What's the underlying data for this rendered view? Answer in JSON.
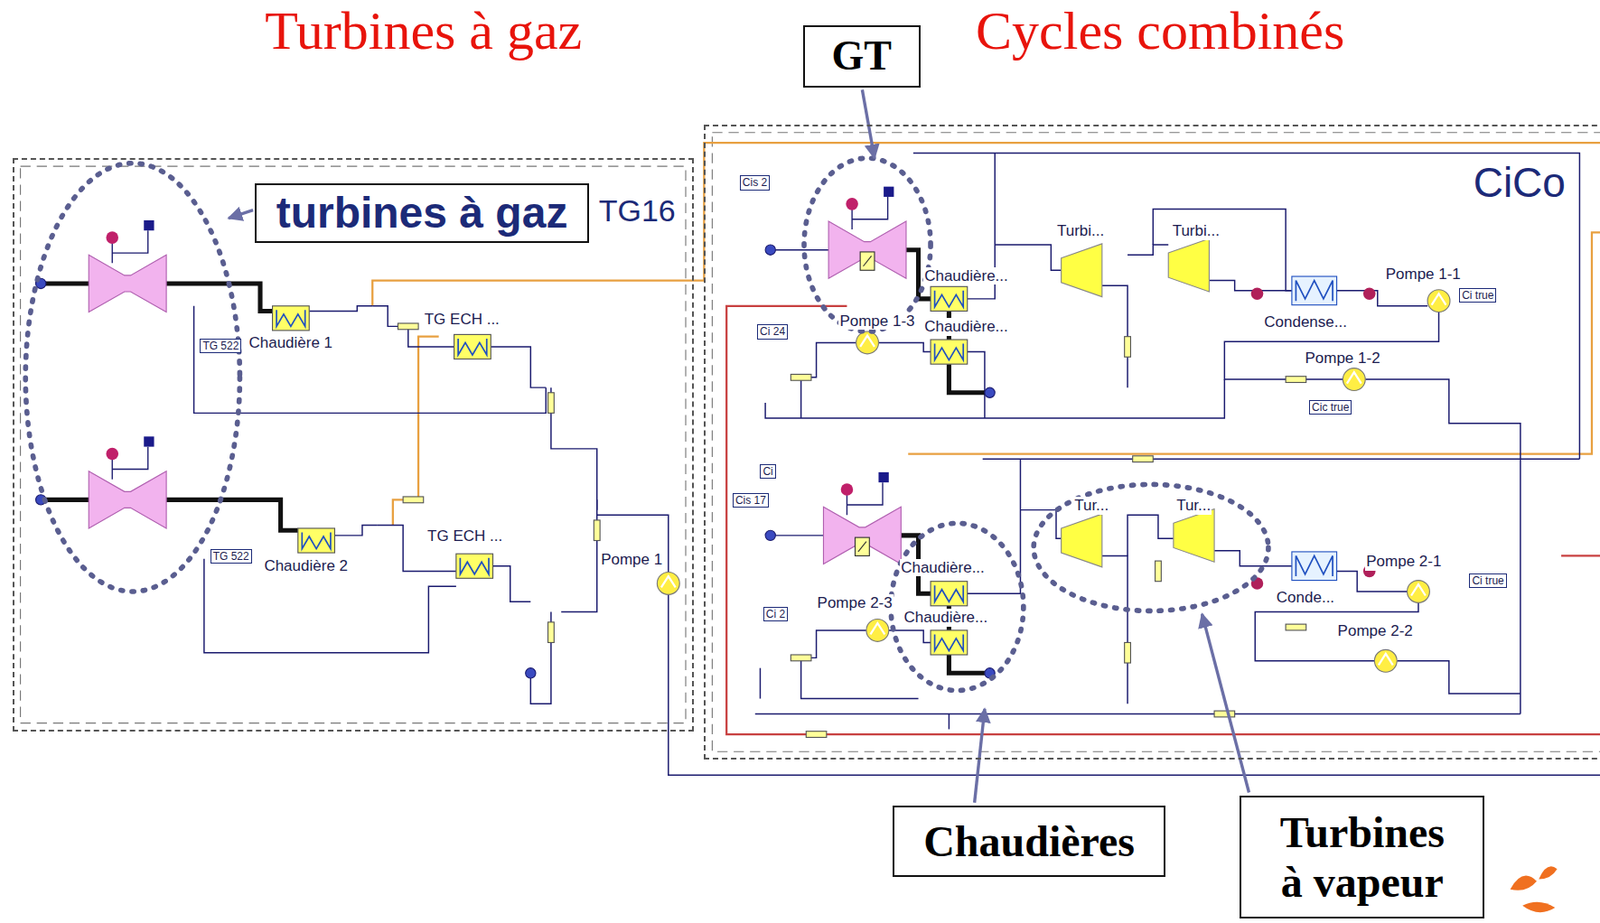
{
  "diagram": {
    "nodes": [
      {
        "text": [
          "GT"
        ]
      },
      {
        "text": [
          "TG16"
        ]
      },
      {
        "text": [
          "turbines à gaz"
        ],
        "in": 1
      },
      {
        "text": [
          "CiCo"
        ]
      },
      {
        "text": [
          "Chaudières"
        ]
      },
      {
        "text": [
          "Turbines à vapeur"
        ]
      }
    ],
    "labels": [
      "Turbines à gaz",
      "Cycles combinés",
      "Chaudière 1",
      "TG 522",
      "Chaudière 2",
      "TG 522",
      "TG ECH ...",
      "TG ECH ...",
      "Pompe 1",
      "Cis 2",
      "Turbi...",
      "Turbi...",
      "Chaudière...",
      "Pompe 1-3",
      "Chaudière...",
      "Ci 24",
      "Pompe 1-1",
      "Ci true",
      "Condense...",
      "Pompe 1-2",
      "Cic true",
      "Ci",
      "Cis 17",
      "Tur...",
      "Tur...",
      "Chaudière...",
      "Pompe 2-3",
      "Chaudière...",
      "Ci 2",
      "Pompe 2-1",
      "Conde...",
      "Pompe 2-2",
      "Ci true"
    ]
  }
}
